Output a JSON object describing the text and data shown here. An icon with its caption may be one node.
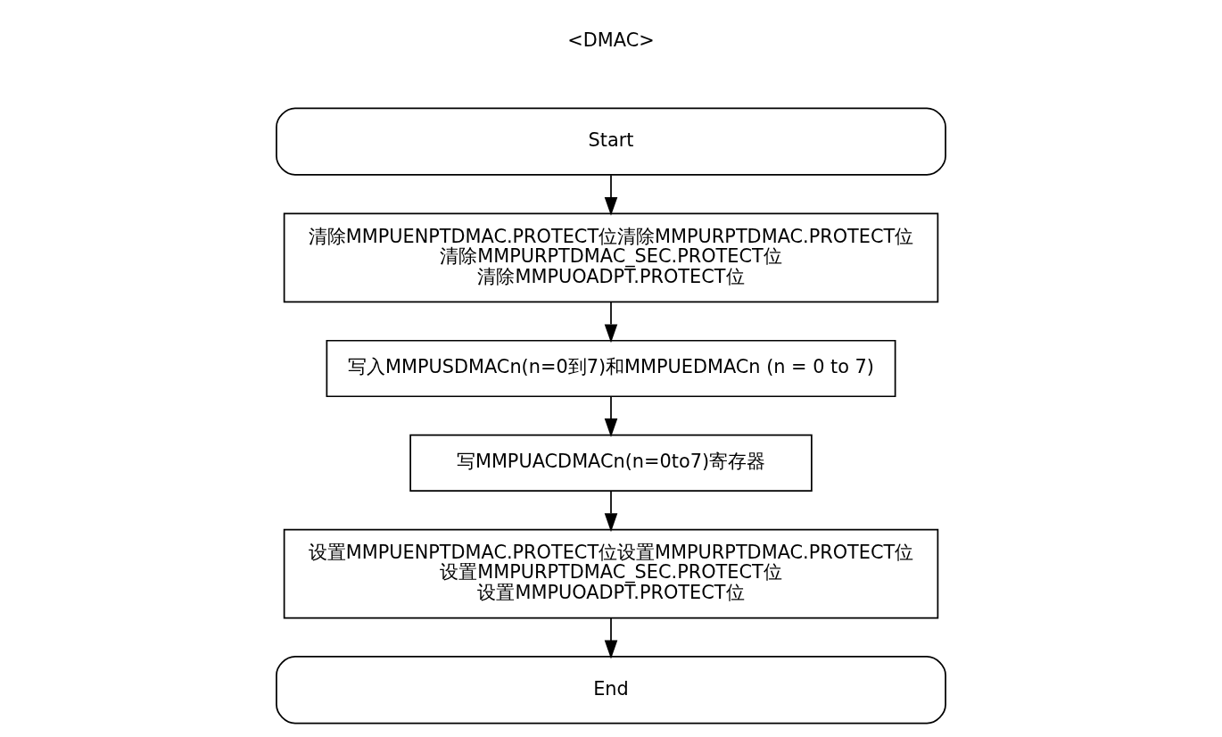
{
  "diagram": {
    "nodes": [
      {
        "text": [
          "Start"
        ]
      },
      {
        "text": [
          "清除MMPUENPTDMAC.PROTECT位清除MMPURPTDMAC.PROTECT位",
          "清除MMPURPTDMAC_SEC.PROTECT位",
          "清除MMPUOADPT.PROTECT位"
        ]
      },
      {
        "text": [
          "写入MMPUSDMACn(n=0到7)和MMPUEDMACn (n = 0 to 7)"
        ]
      },
      {
        "text": [
          "写MMPUACDMACn(n=0to7)寄存器"
        ]
      },
      {
        "text": [
          "设置MMPUENPTDMAC.PROTECT位设置MMPURPTDMAC.PROTECT位",
          "设置MMPURPTDMAC_SEC.PROTECT位",
          "设置MMPUOADPT.PROTECT位"
        ]
      },
      {
        "text": [
          "End"
        ]
      }
    ],
    "edges": [
      {
        "from": 0,
        "to": 1,
        "arrow": "to"
      },
      {
        "from": 1,
        "to": 2,
        "arrow": "to"
      },
      {
        "from": 2,
        "to": 3,
        "arrow": "to"
      },
      {
        "from": 3,
        "to": 4,
        "arrow": "to"
      },
      {
        "from": 4,
        "to": 5,
        "arrow": "to"
      }
    ],
    "labels": [
      "<DMAC>"
    ]
  }
}
